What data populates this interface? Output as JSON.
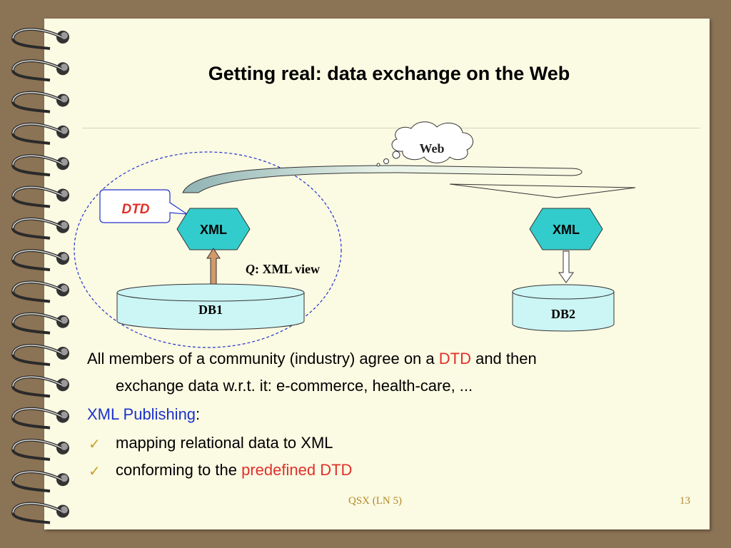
{
  "slide": {
    "title": "Getting real: data exchange on the Web",
    "footer_center": "QSX  (LN 5)",
    "page_number": "13"
  },
  "diagram": {
    "cloud_label": "Web",
    "dtd_label": "DTD",
    "xml_left_label": "XML",
    "xml_right_label": "XML",
    "query_prefix": "Q",
    "query_label": ": XML view",
    "db1_label": "DB1",
    "db2_label": "DB2"
  },
  "bullets": {
    "b1_part1": "All members of a community (industry) agree on a ",
    "b1_dtd": "DTD",
    "b1_part2": " and then",
    "b1_line2": "exchange data w.r.t. it:  e-commerce, health-care, ...",
    "b2_highlight": "XML Publishing",
    "b2_colon": ":",
    "b3": "mapping relational data to XML",
    "b4_part1": "conforming to the ",
    "b4_highlight": "predefined DTD",
    "check_icon": "✓"
  },
  "colors": {
    "background": "#8b7355",
    "page": "#fbfae3",
    "xml_fill": "#33cccc",
    "db_fill": "#ccf5f5",
    "accent_blue": "#1a33cc",
    "accent_red": "#e0302a",
    "footer": "#b08a28"
  }
}
